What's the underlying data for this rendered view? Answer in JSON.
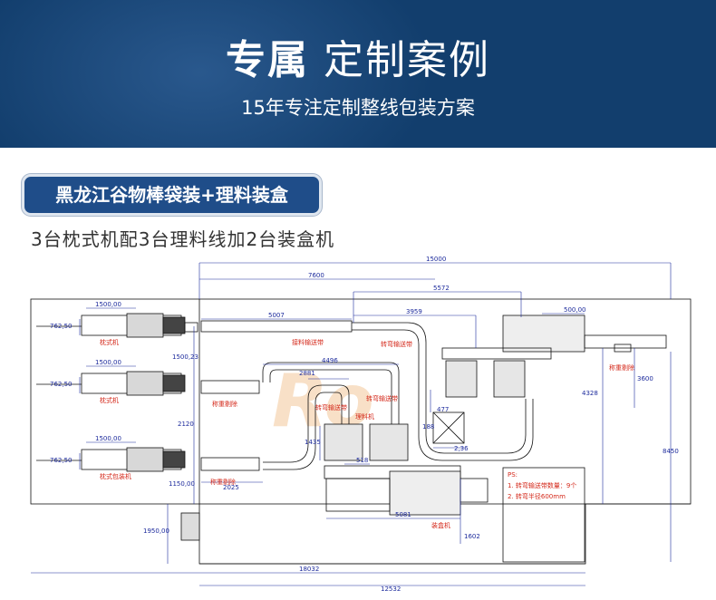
{
  "header": {
    "title_strong": "专属",
    "title_light": "定制案例",
    "subtitle": "15年专注定制整线包装方案"
  },
  "case": {
    "tag": "黑龙江谷物棒袋装+理料装盒",
    "description": "3台枕式机配3台理料线加2台装盒机"
  },
  "drawing": {
    "dims": {
      "d15000": "15000",
      "d7600": "7600",
      "d5572": "5572",
      "d3959": "3959",
      "d5007": "5007",
      "d4496": "4496",
      "d2881": "2881",
      "d1500a": "1500,00",
      "d1500b": "1500,00",
      "d1500c": "1500,00",
      "d762a": "762,50",
      "d762b": "762,50",
      "d762c": "762,50",
      "d1500_23": "1500,23",
      "d2120": "2120",
      "d1150": "1150,00",
      "d2025": "2025",
      "d1950": "1950,00",
      "d18032": "18032",
      "d12532": "12532",
      "d5081": "5081",
      "d1602": "1602",
      "d1435": "1435",
      "d518": "518",
      "d477": "477",
      "d188": "188",
      "d236": "2,36",
      "d500": "500,00",
      "d4328": "4328",
      "d3600": "3600",
      "d8450": "8450"
    },
    "labels": {
      "pillow_a": "枕式机",
      "pillow_b": "枕式机",
      "pillow_c": "枕式包装机",
      "elim_a": "称重剔除",
      "elim_b": "称重剔除",
      "elim_c": "称重剔除",
      "conveyor_connect": "接料输送带",
      "curve_a": "转弯输送带",
      "curve_b": "转弯输送带",
      "curve_c": "转弯输送带",
      "sorter": "理料机",
      "cartoner": "装盒机",
      "ps_title": "PS:",
      "ps_1": "1. 转弯输送带数量：9个",
      "ps_2": "2. 转弯半径600mm"
    },
    "watermark": "Ro",
    "colors": {
      "line": "#111111",
      "dim": "#1c2a9c",
      "label": "#d4281a",
      "watermark": "#f3c89a"
    }
  }
}
